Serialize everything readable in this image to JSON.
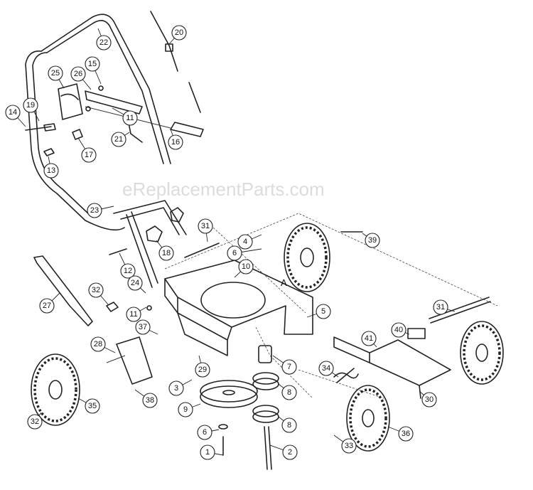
{
  "watermark": "eReplacementParts.com",
  "section_letter": "A",
  "callouts": [
    "1",
    "2",
    "3",
    "4",
    "5",
    "6",
    "6",
    "7",
    "8",
    "8",
    "9",
    "10",
    "11",
    "11",
    "12",
    "13",
    "14",
    "15",
    "16",
    "17",
    "18",
    "19",
    "20",
    "21",
    "22",
    "23",
    "24",
    "25",
    "26",
    "27",
    "28",
    "29",
    "30",
    "31",
    "31",
    "32",
    "32",
    "33",
    "34",
    "35",
    "36",
    "37",
    "38",
    "39",
    "40",
    "41"
  ]
}
